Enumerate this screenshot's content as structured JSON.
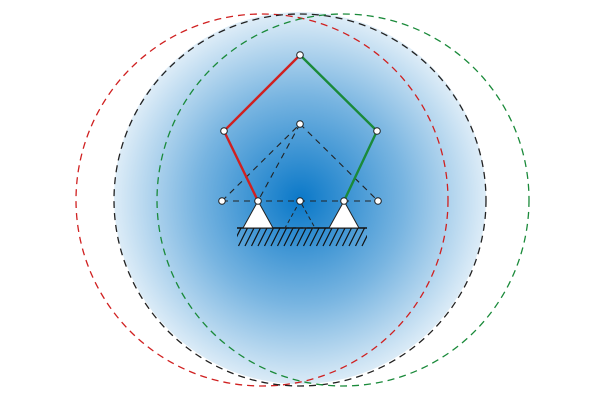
{
  "diagram": {
    "kind": "five-bar linkage workspace",
    "colors": {
      "background": "#ffffff",
      "workspace_center": "#0a78c8",
      "workspace_edge": "#ffffff",
      "left_chain": "#d02020",
      "right_chain": "#1a8a3a",
      "reference": "#222222",
      "ground_hatch": "#111111",
      "support_fill": "#ffffff",
      "joint_fill": "#ffffff"
    },
    "links": [
      {
        "name": "left-proximal-link",
        "chain": "left"
      },
      {
        "name": "left-distal-link",
        "chain": "left"
      },
      {
        "name": "right-distal-link",
        "chain": "right"
      },
      {
        "name": "right-proximal-link",
        "chain": "right"
      }
    ],
    "boundaries": [
      {
        "name": "left-chain-reach-circle",
        "color_key": "left_chain",
        "style": "dashed"
      },
      {
        "name": "right-chain-reach-circle",
        "color_key": "right_chain",
        "style": "dashed"
      },
      {
        "name": "central-reach-circle",
        "color_key": "reference",
        "style": "dashed"
      }
    ],
    "supports": [
      "left-ground-support",
      "center-ground-support",
      "right-ground-support"
    ]
  }
}
